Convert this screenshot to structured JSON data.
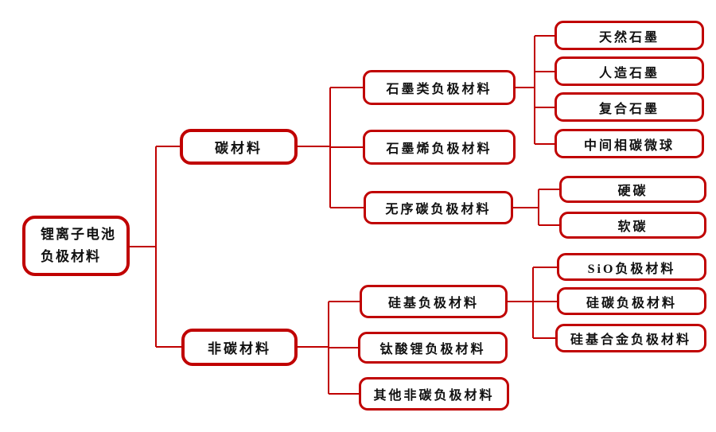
{
  "colors": {
    "box_border": "#C00000",
    "connector_line": "#C00000",
    "text": "#111111",
    "background": "#FFFFFF"
  },
  "root": {
    "line1": "锂离子电池",
    "line2": "负极材料"
  },
  "nodes": {
    "carbon": "碳材料",
    "graphite": "石墨类负极材料",
    "natural_graphite": "天然石墨",
    "artificial_graphite": "人造石墨",
    "composite_graphite": "复合石墨",
    "mcmb": "中间相碳微球",
    "graphene": "石墨烯负极材料",
    "disordered_carbon": "无序碳负极材料",
    "hard_carbon": "硬碳",
    "soft_carbon": "软碳",
    "non_carbon": "非碳材料",
    "silicon_based": "硅基负极材料",
    "sio": "SiO负极材料",
    "silicon_carbon": "硅碳负极材料",
    "silicon_alloy": "硅基合金负极材料",
    "lithium_titanate": "钛酸锂负极材料",
    "other_non_carbon": "其他非碳负极材料"
  }
}
